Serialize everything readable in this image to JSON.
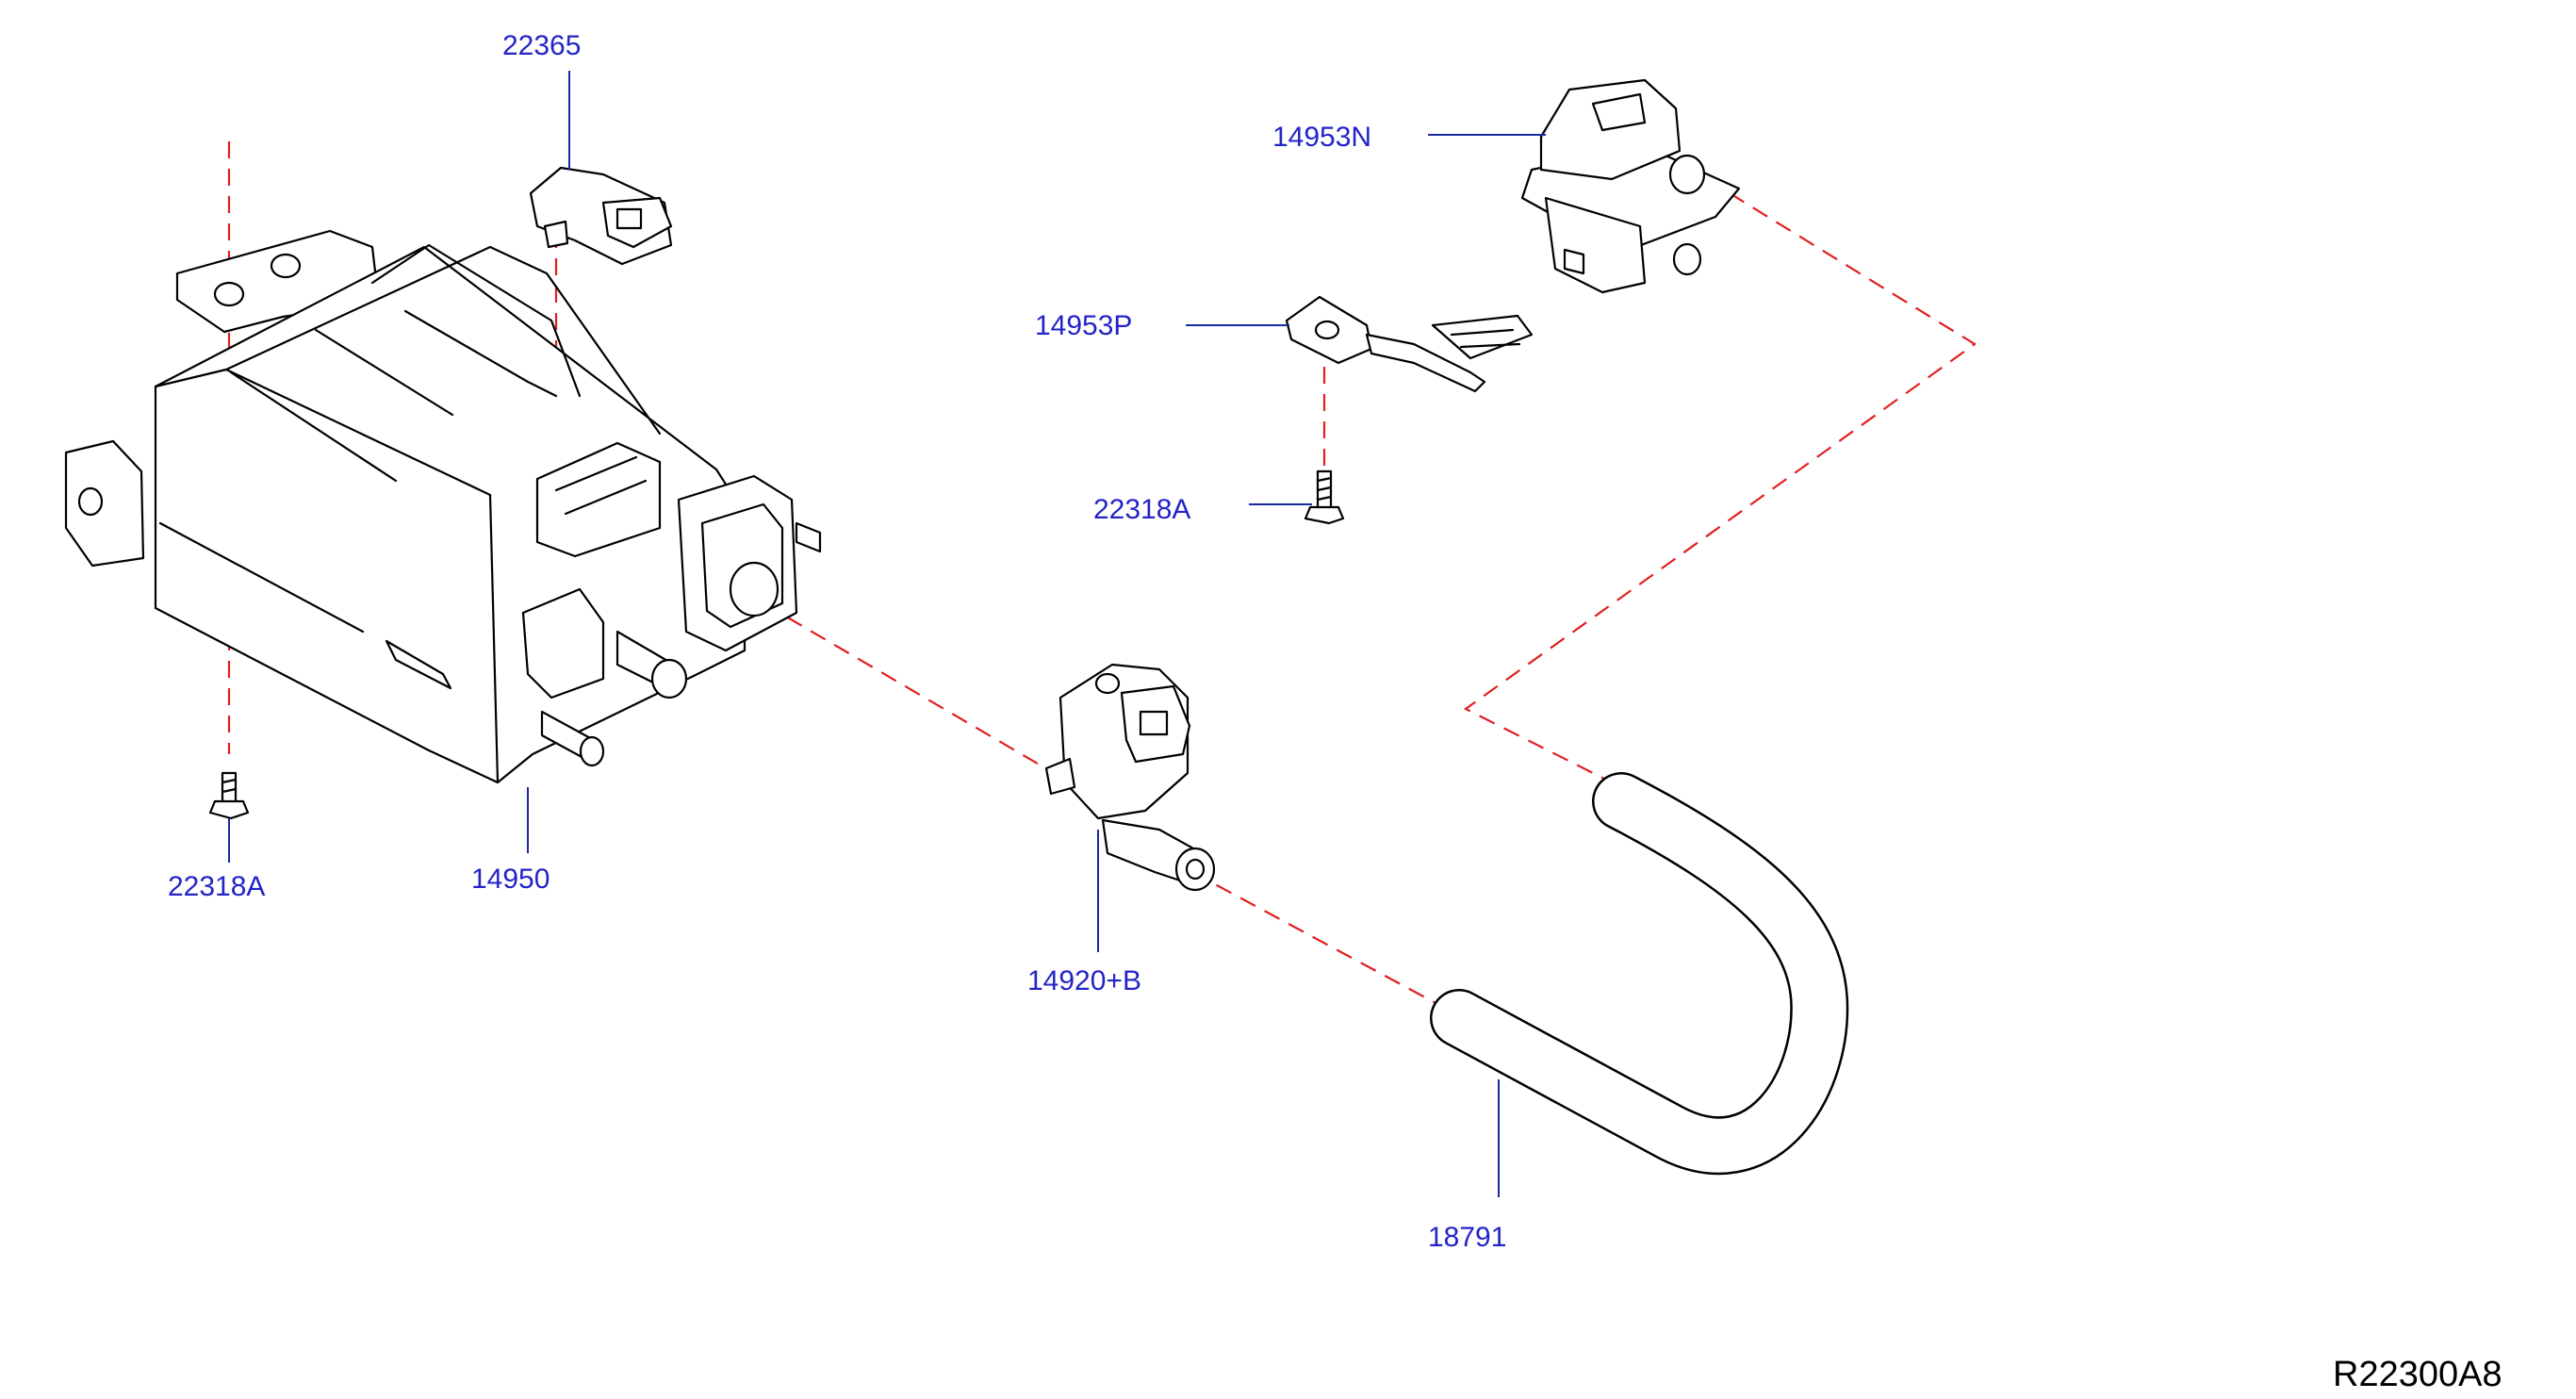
{
  "labels": {
    "p22365": "22365",
    "p14953N": "14953N",
    "p14953P": "14953P",
    "p22318A_top": "22318A",
    "p22318A_left": "22318A",
    "p14950": "14950",
    "p14920B": "14920+B",
    "p18791": "18791"
  },
  "reference": "R22300A8"
}
